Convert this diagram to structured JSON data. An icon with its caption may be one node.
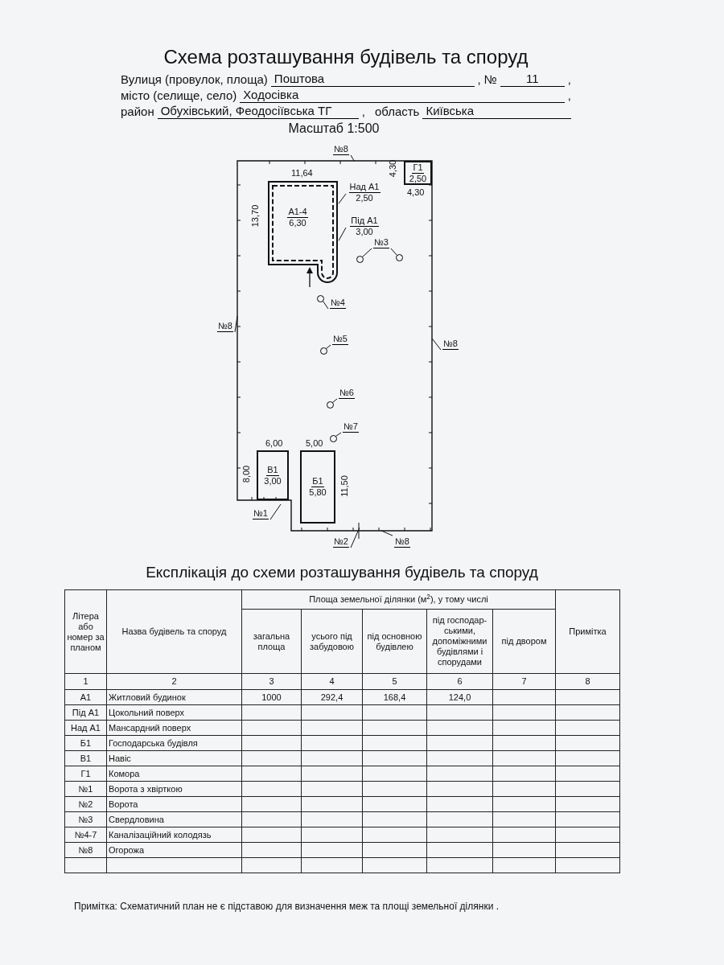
{
  "diagram": {
    "title": "Схема розташування будівель та споруд",
    "nodes": [
      {
        "text": [],
        "shape": "box"
      },
      {
        "text": [
          "А1-4",
          "6,30"
        ],
        "in": 0
      },
      {
        "text": [
          "Г1",
          "2,50"
        ],
        "in": 0
      },
      {
        "text": [
          "В1",
          "3,00"
        ],
        "in": 0
      },
      {
        "text": [
          "Б1",
          "5,80"
        ],
        "in": 0
      },
      {
        "text": [
          "Над А1",
          "2,50"
        ],
        "in": 0
      },
      {
        "text": [
          "Під А1",
          "3,00"
        ],
        "in": 0
      },
      {
        "text": [
          "№3"
        ],
        "in": 0
      },
      {
        "text": [],
        "shape": "circle",
        "in": 0
      },
      {
        "text": [],
        "shape": "circle",
        "in": 0
      },
      {
        "text": [
          "№4"
        ],
        "in": 0
      },
      {
        "text": [],
        "shape": "circle",
        "in": 0
      },
      {
        "text": [
          "№5"
        ],
        "in": 0
      },
      {
        "text": [],
        "shape": "circle",
        "in": 0
      },
      {
        "text": [
          "№6"
        ],
        "in": 0
      },
      {
        "text": [],
        "shape": "circle",
        "in": 0
      },
      {
        "text": [
          "№7"
        ],
        "in": 0
      },
      {
        "text": [],
        "shape": "circle",
        "in": 0
      },
      {
        "text": [
          "№1"
        ]
      },
      {
        "text": [
          "№2"
        ]
      },
      {
        "text": [
          "№8"
        ]
      },
      {
        "text": [
          "№8"
        ]
      },
      {
        "text": [
          "№8"
        ]
      },
      {
        "text": [
          "№8"
        ]
      }
    ],
    "edges": [
      {
        "from": 5,
        "to": 1,
        "arrow": "none"
      },
      {
        "from": 6,
        "to": 1,
        "arrow": "none"
      },
      {
        "from": 7,
        "to": 8,
        "arrow": "none"
      },
      {
        "from": 7,
        "to": 9,
        "arrow": "none"
      },
      {
        "from": 10,
        "to": 11,
        "arrow": "none"
      },
      {
        "from": 12,
        "to": 13,
        "arrow": "none"
      },
      {
        "from": 14,
        "to": 15,
        "arrow": "none"
      },
      {
        "from": 16,
        "to": 17,
        "arrow": "none"
      },
      {
        "from": 18,
        "to": null,
        "arrow": "none"
      },
      {
        "from": 19,
        "to": null,
        "arrow": "none"
      },
      {
        "from": 20,
        "to": 0,
        "arrow": "none"
      },
      {
        "from": 21,
        "to": 0,
        "arrow": "none"
      },
      {
        "from": 22,
        "to": 0,
        "arrow": "none"
      },
      {
        "from": 23,
        "to": 0,
        "arrow": "none"
      }
    ],
    "labels": [
      "Вулиця (провулок, площа)",
      "Поштова",
      ",",
      "№",
      "11",
      ",",
      "місто (селище, село)",
      "Ходосівка",
      ",",
      "район",
      "Обухівський, Феодосіївська ТГ",
      ",",
      "область",
      "Київська",
      "Масштаб 1:500",
      "4,30",
      "11,64",
      "4,30",
      "13,70",
      "6,00",
      "5,00",
      "8,00",
      "11,50",
      "Експлікація до схеми розташування будівель та споруд",
      "Літера або номер за планом",
      "Назва будівель та споруд",
      "Площа земельної ділянки (м$^{2}$), у тому числі",
      "Примітка",
      "загальна площа",
      "усього під забудовою",
      "під основною будівлею",
      "під господар- ськими, допоміжними будівлями і спорудами",
      "під двором",
      "1",
      "2",
      "3",
      "4",
      "5",
      "6",
      "7",
      "8",
      "А1",
      "Житловий будинок",
      "1000",
      "292,4",
      "168,4",
      "124,0",
      "Під А1",
      "Цокольний поверх",
      "Над А1",
      "Мансардний поверх",
      "Б1",
      "Господарська будівля",
      "В1",
      "Навіс",
      "Г1",
      "Комора",
      "№1",
      "Ворота з хвірткою",
      "№2",
      "Ворота",
      "№3",
      "Свердловина",
      "№4-7",
      "Каналізаційний колодязь",
      "№8",
      "Огорожа",
      "Примітка: Схематичний план не є підставою для визначення меж та площі земельної ділянки ."
    ]
  }
}
